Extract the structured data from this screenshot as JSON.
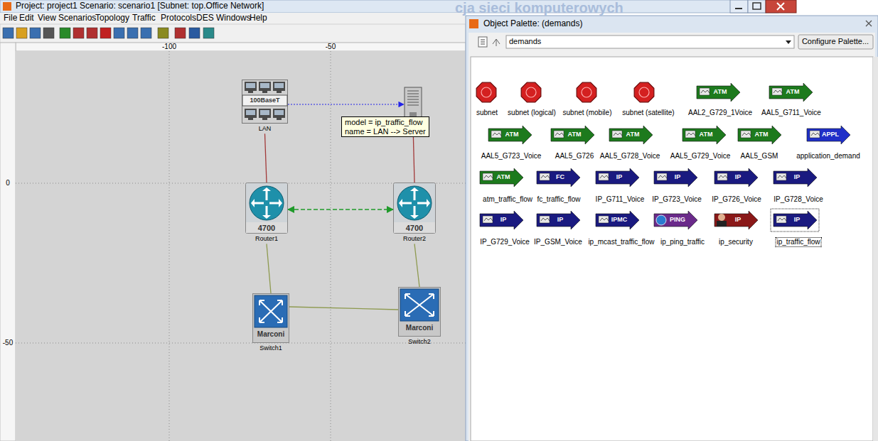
{
  "diagram": {
    "nodes": [
      {
        "text": [
          "100BaseT",
          "LAN"
        ]
      },
      {
        "text": []
      },
      {
        "text": [
          "model = ip_traffic_flow",
          "name = LAN --> Server"
        ]
      },
      {
        "text": [
          "4700",
          "Router1"
        ]
      },
      {
        "text": [
          "4700",
          "Router2"
        ]
      },
      {
        "text": [
          "Marconi",
          "Switch1"
        ]
      },
      {
        "text": [
          "Marconi",
          "Switch2"
        ]
      }
    ],
    "edges": [
      {
        "from": 0,
        "to": 1,
        "arrow": "to"
      },
      {
        "from": 3,
        "to": 4,
        "arrow": "both"
      },
      {
        "from": 0,
        "to": 3,
        "arrow": "none"
      },
      {
        "from": 1,
        "to": 4,
        "arrow": "none"
      },
      {
        "from": 3,
        "to": 5,
        "arrow": "none"
      },
      {
        "from": 4,
        "to": 6,
        "arrow": "none"
      },
      {
        "from": 5,
        "to": 6,
        "arrow": "none"
      }
    ],
    "labels": [
      "Project: project1 Scenario: scenario1 [Subnet: top.Office Network]",
      "cja sieci komputerowych",
      "File",
      "Edit",
      "View",
      "Scenarios",
      "Topology",
      "Traffic",
      "Protocols",
      "DES",
      "Windows",
      "Help",
      "-100",
      "-50",
      "0",
      "-50",
      "Object Palette: (demands)",
      "demands",
      "Configure Palette...",
      "subnet",
      "subnet (logical)",
      "subnet (mobile)",
      "subnet (satellite)",
      "AAL2_G729_1Voice",
      "AAL5_G711_Voice",
      "AAL5_G723_Voice",
      "AAL5_G726",
      "AAL5_G728_Voice",
      "AAL5_G729_Voice",
      "AAL5_GSM",
      "application_demand",
      "atm_traffic_flow",
      "fc_traffic_flow",
      "IP_G711_Voice",
      "IP_G723_Voice",
      "IP_G726_Voice",
      "IP_G728_Voice",
      "IP_G729_Voice",
      "IP_GSM_Voice",
      "ip_mcast_traffic_flow",
      "ip_ping_traffic",
      "ip_security",
      "ip_traffic_flow",
      "ATM",
      "ATM",
      "ATM",
      "ATM",
      "ATM",
      "ATM",
      "ATM",
      "APPL",
      "ATM",
      "FC",
      "IP",
      "IP",
      "IP",
      "IP",
      "IP",
      "IP",
      "IPMC",
      "PING",
      "IP",
      "IP"
    ]
  }
}
